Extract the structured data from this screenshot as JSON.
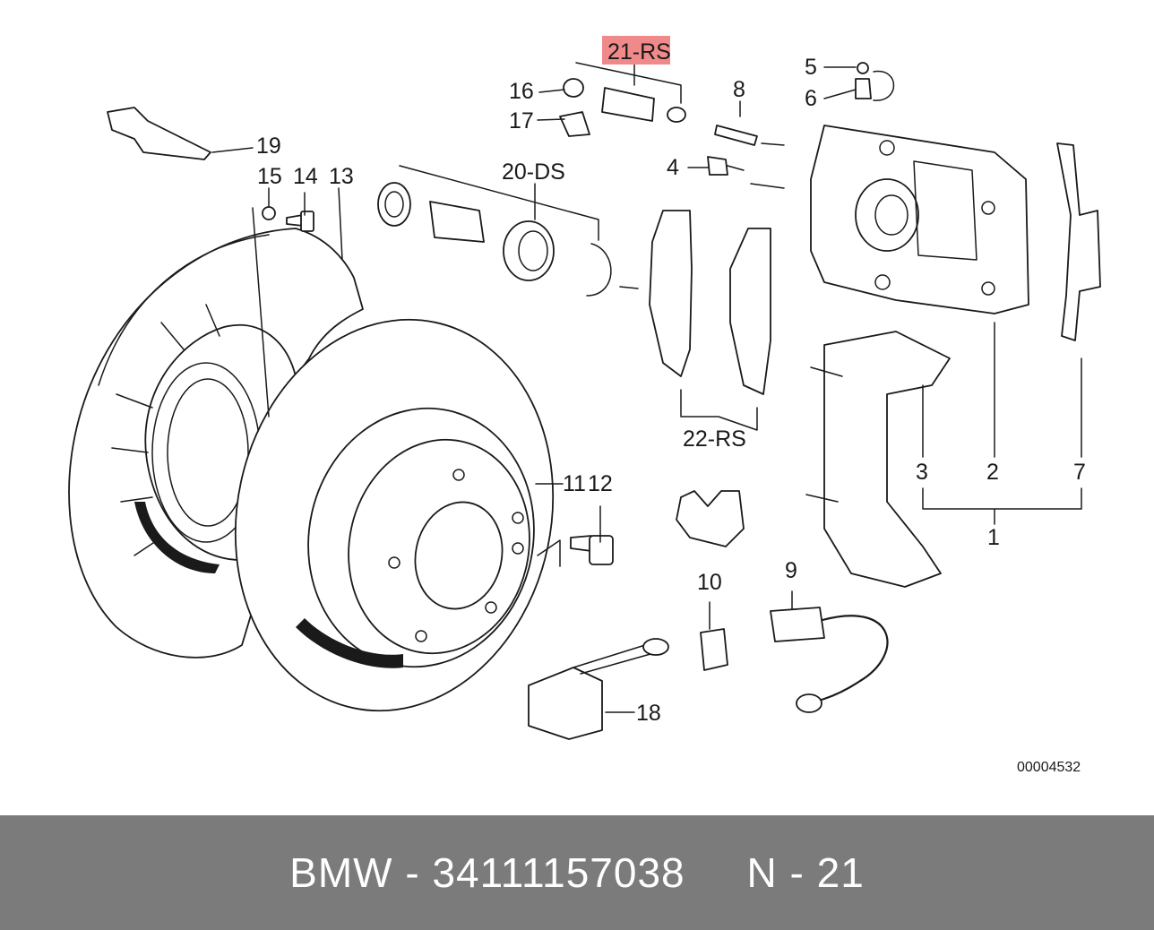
{
  "diagram": {
    "labels": {
      "l1": "1",
      "l2": "2",
      "l3": "3",
      "l4": "4",
      "l5": "5",
      "l6": "6",
      "l7": "7",
      "l8": "8",
      "l9": "9",
      "l10": "10",
      "l11": "11",
      "l12": "12",
      "l13": "13",
      "l14": "14",
      "l15": "15",
      "l16": "16",
      "l17": "17",
      "l18": "18",
      "l19": "19",
      "l20": "20-DS",
      "l21": "21-RS",
      "l22": "22-RS"
    },
    "highlighted_part": "21-RS",
    "highlight_color": "#f08a8a",
    "image_number": "00004532"
  },
  "footer": {
    "text": "BMW - 34111157038     N - 21",
    "background": "#7b7b7b"
  }
}
